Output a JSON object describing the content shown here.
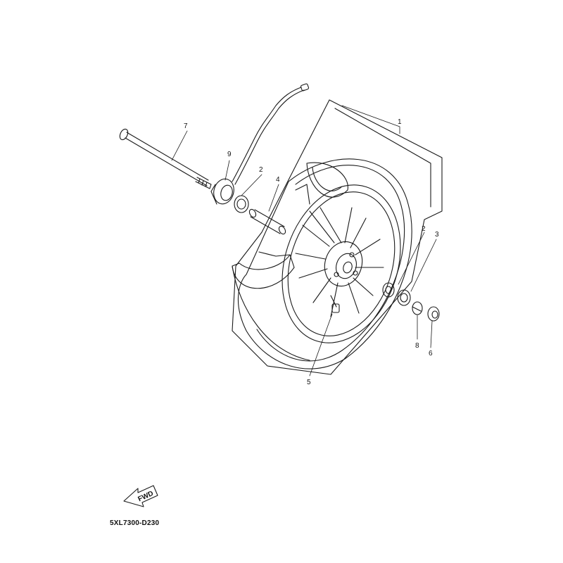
{
  "diagram": {
    "type": "exploded-parts-diagram",
    "subject": "front-wheel-assembly",
    "line_color": "#1a1a1a",
    "background_color": "#ffffff",
    "callouts": [
      {
        "key": "wheel",
        "label": "1"
      },
      {
        "key": "bearing-left",
        "label": "2"
      },
      {
        "key": "bearing-right",
        "label": "2"
      },
      {
        "key": "oil-seal",
        "label": "3"
      },
      {
        "key": "spacer",
        "label": "4"
      },
      {
        "key": "valve",
        "label": "5"
      },
      {
        "key": "collar",
        "label": "6"
      },
      {
        "key": "wheel-axle",
        "label": "7"
      },
      {
        "key": "dust-seal",
        "label": "8"
      },
      {
        "key": "speedometer-gear-unit",
        "label": "9"
      }
    ],
    "direction_marker": {
      "label": "FWD",
      "icon": "forward-arrow-icon"
    },
    "drawing_code": "5XL7300-D230"
  }
}
